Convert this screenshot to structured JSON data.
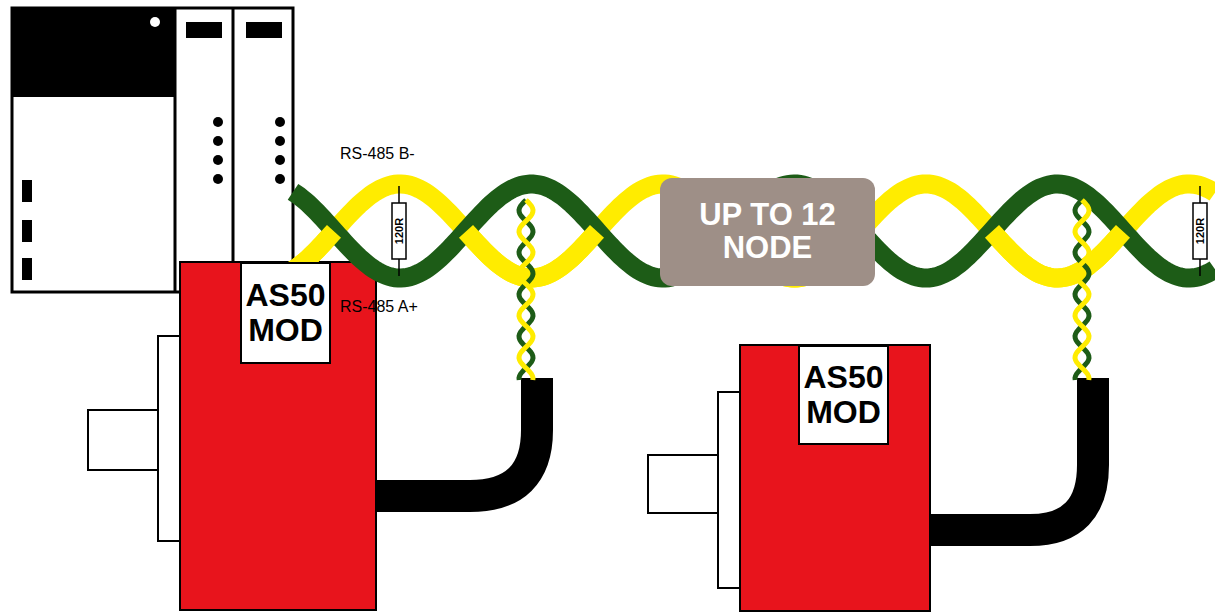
{
  "diagram": {
    "nodes": [
      {
        "text": [
          "UP TO 12 NODE"
        ]
      },
      {
        "text": [
          "AS50 MOD"
        ]
      },
      {
        "text": [
          "AS50 MOD"
        ]
      }
    ],
    "labels": [
      "RS-485 B-",
      "RS-485 A+",
      "120R",
      "120R"
    ]
  }
}
